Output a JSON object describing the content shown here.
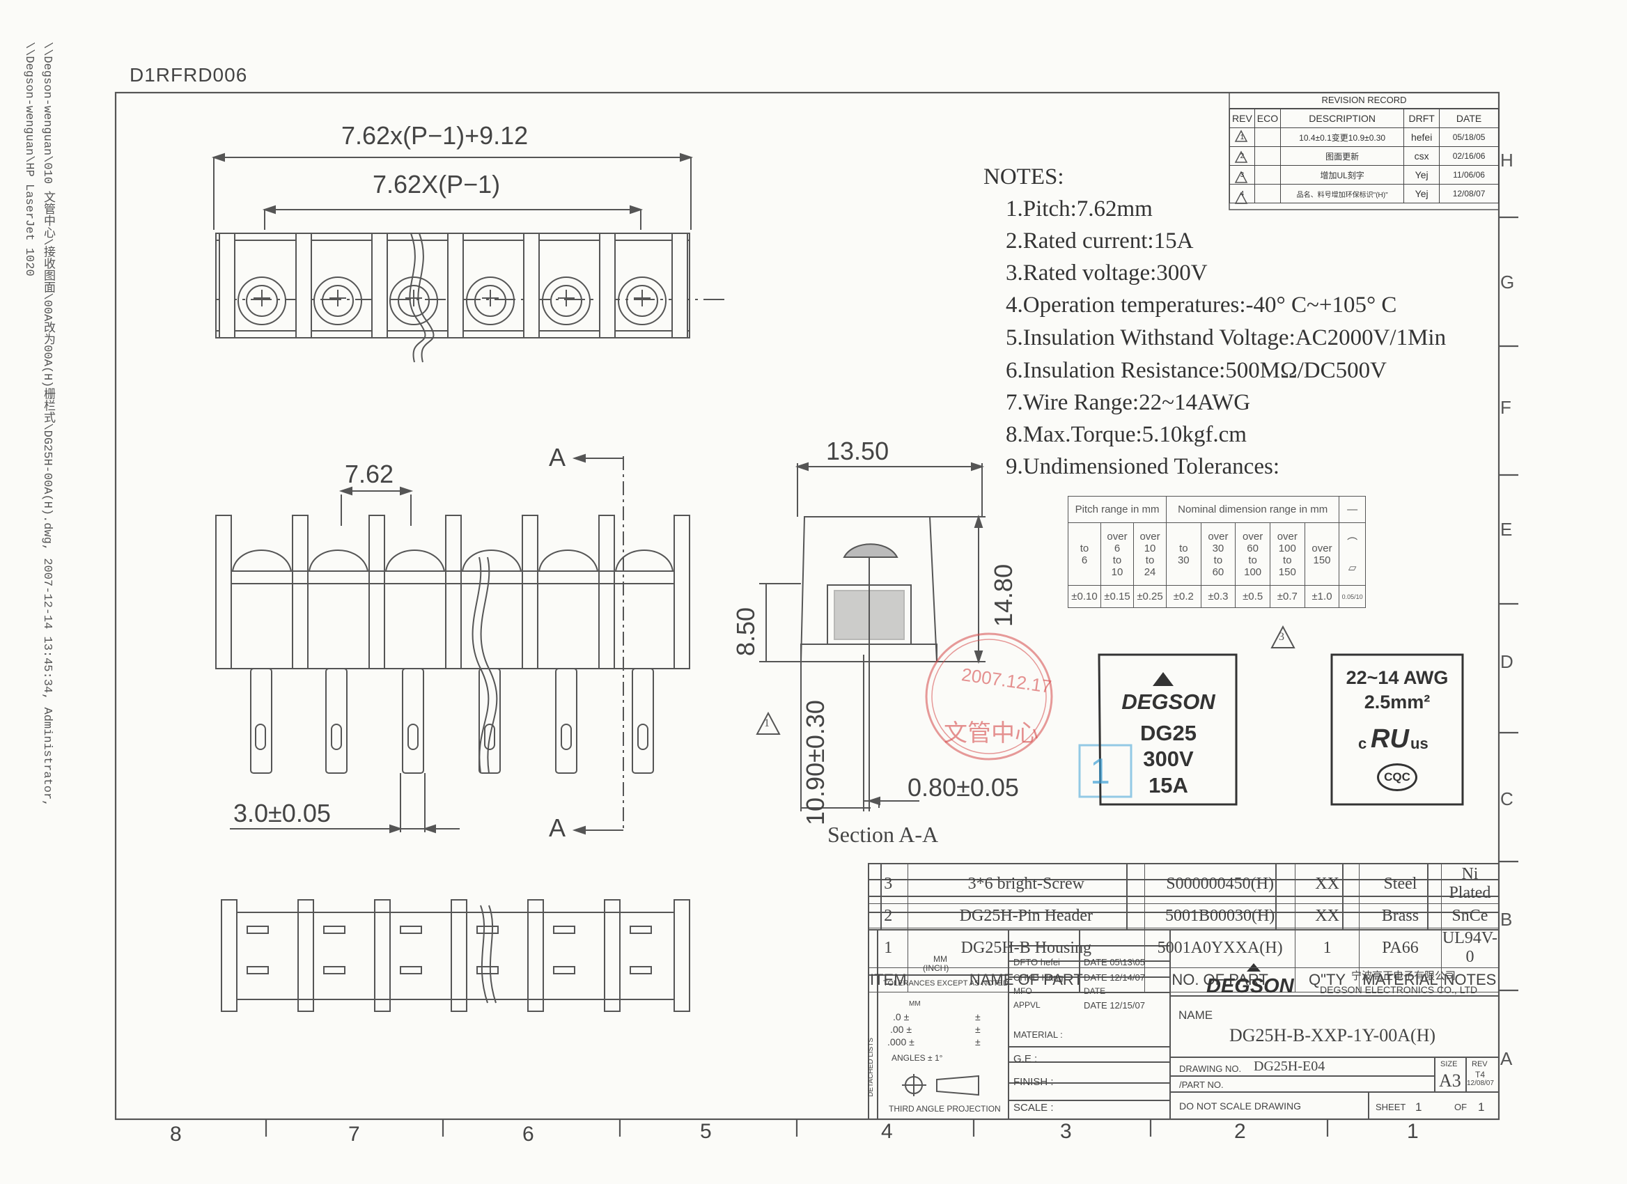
{
  "doc_code": "D1RFRD006",
  "side_path": [
    "\\\\Degson-wenguan\\010  文管中心\\接收图面\\00A改为00A(H)栅栏式\\DG25H-00A(H).dwg, 2007-12-14 13:45:34, Administrator,",
    "\\\\Degson-wenguan\\HP LaserJet 1020"
  ],
  "dims": {
    "overall": "7.62x(P−1)+9.12",
    "pitch_total": "7.62X(P−1)",
    "pitch": "7.62",
    "width": "13.50",
    "h1": "14.80",
    "h2": "8.50",
    "pin_len": "10.90±0.30",
    "pin_w": "0.80±0.05",
    "pin_pos": "3.0±0.05",
    "sec_a": "A",
    "section_label": "Section A-A"
  },
  "notes": {
    "title": "NOTES:",
    "items": [
      "1.Pitch:7.62mm",
      "2.Rated current:15A",
      "3.Rated voltage:300V",
      "4.Operation temperatures:-40° C~+105° C",
      "5.Insulation Withstand Voltage:AC2000V/1Min",
      "6.Insulation Resistance:500MΩ/DC500V",
      "7.Wire Range:22~14AWG",
      "8.Max.Torque:5.10kgf.cm",
      "9.Undimensioned Tolerances:"
    ]
  },
  "revision": {
    "title": "REVISION RECORD",
    "headers": [
      "REV",
      "ECO",
      "DESCRIPTION",
      "DRFT",
      "DATE"
    ],
    "rows": [
      {
        "rev": "1",
        "eco": "",
        "desc": "10.4±0.1变更10.9±0.30",
        "drft": "hefei",
        "date": "05/18/05"
      },
      {
        "rev": "2",
        "eco": "",
        "desc": "图面更新",
        "drft": "csx",
        "date": "02/16/06"
      },
      {
        "rev": "3",
        "eco": "",
        "desc": "增加UL刻字",
        "drft": "Yej",
        "date": "11/06/06"
      },
      {
        "rev": "4",
        "eco": "",
        "desc": "品名、料号增加环保标识\"(H)\"",
        "drft": "Yej",
        "date": "12/08/07"
      }
    ]
  },
  "tolerance": {
    "h1": "Pitch range in mm",
    "h2": "Nominal dimension range in mm",
    "h3": "—",
    "cols": [
      [
        "to",
        "6"
      ],
      [
        "over",
        "6",
        "to",
        "10"
      ],
      [
        "over",
        "10",
        "to",
        "24"
      ],
      [
        "to",
        "30"
      ],
      [
        "over",
        "30",
        "to",
        "60"
      ],
      [
        "over",
        "60",
        "to",
        "100"
      ],
      [
        "over",
        "100",
        "to",
        "150"
      ],
      [
        "over",
        "150"
      ]
    ],
    "values": [
      "±0.10",
      "±0.15",
      "±0.25",
      "±0.2",
      "±0.3",
      "±0.5",
      "±0.7",
      "±1.0",
      "0.05/10"
    ]
  },
  "label_left": {
    "brand": "DEGSON",
    "model": "DG25",
    "voltage": "300V",
    "current": "15A"
  },
  "label_right": {
    "awg": "22~14 AWG",
    "area": "2.5mm²",
    "ul_c": "c",
    "ul": "RU",
    "ul_us": "us",
    "cqc": "CQC"
  },
  "stamp": {
    "date": "2007.12.17",
    "text": "文管中心",
    "box": "1"
  },
  "rev_tri": "3",
  "rev_tri_sec": "1",
  "bom": {
    "rows": [
      {
        "item": "3",
        "name": "3*6 bright-Screw",
        "no": "S000000450(H)",
        "qty": "XX",
        "material": "Steel",
        "notes": "Ni Plated"
      },
      {
        "item": "2",
        "name": "DG25H-Pin Header",
        "no": "5001B00030(H)",
        "qty": "XX",
        "material": "Brass",
        "notes": "SnCe"
      },
      {
        "item": "1",
        "name": "DG25H-B Housing",
        "no": "5001A0YXXA(H)",
        "qty": "1",
        "material": "PA66",
        "notes": "UL94V-0"
      }
    ],
    "headers": {
      "item": "ITEM",
      "name": "NAME OF PART",
      "no": "NO. OF PART",
      "qty": "Q\"TY",
      "material": "MATERIAL",
      "notes": "NOTES"
    }
  },
  "title_block": {
    "mm": "MM",
    "inch": "(INCH)",
    "tol_except": "TOLERANCES EXCEPT AS NOTED",
    "detached": "DETACHED LISTS",
    "t0": ".0 ±",
    "t00": ".00 ±",
    "t000": ".000 ±",
    "pm": "±",
    "angles": "ANGLES ± 1°",
    "projection": "THIRD ANGLE PROJECTION",
    "dfto": "DFTO hefei",
    "dfto_date": "DATE 05\\13\\05",
    "chkd": "CHKD Hang",
    "chkd_date": "DATE 12/14/07",
    "mfo": "MFO",
    "mfo_date": "DATE",
    "appvl": "APPVL",
    "appvl_date": "DATE 12/15/07",
    "material": "MATERIAL :",
    "ge": "G.E :",
    "finish": "FINISH :",
    "scale": "SCALE :",
    "company": "DEGSON",
    "company_cn": "宁波高正电子有限公司",
    "company_en": "DEGSON ELECTRONICS CO., LTD",
    "name_label": "NAME",
    "name": "DG25H-B-XXP-1Y-00A(H)",
    "drawing_no_label": "DRAWING NO.",
    "drawing_no": "DG25H-E04",
    "part_no_label": "/PART NO.",
    "size_label": "SIZE",
    "size": "A3",
    "rev_label": "REV",
    "rev": "T4",
    "rev_date": "12/08/07",
    "no_scale": "DO NOT SCALE DRAWING",
    "sheet_label": "SHEET",
    "sheet": "1",
    "of_label": "OF",
    "of": "1"
  },
  "zones_bottom": [
    "8",
    "7",
    "6",
    "5",
    "4",
    "3",
    "2",
    "1"
  ],
  "zones_right": [
    "H",
    "G",
    "F",
    "E",
    "D",
    "C",
    "B",
    "A"
  ]
}
